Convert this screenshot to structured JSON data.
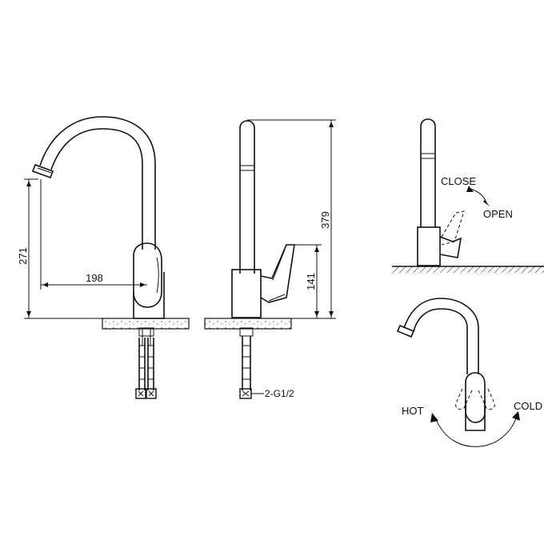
{
  "dimensions": {
    "height_total": "271",
    "reach": "198",
    "height_overall": "379",
    "height_body": "141",
    "connection": "2-G1/2"
  },
  "operation": {
    "close": "CLOSE",
    "open": "OPEN",
    "hot": "HOT",
    "cold": "COLD"
  }
}
